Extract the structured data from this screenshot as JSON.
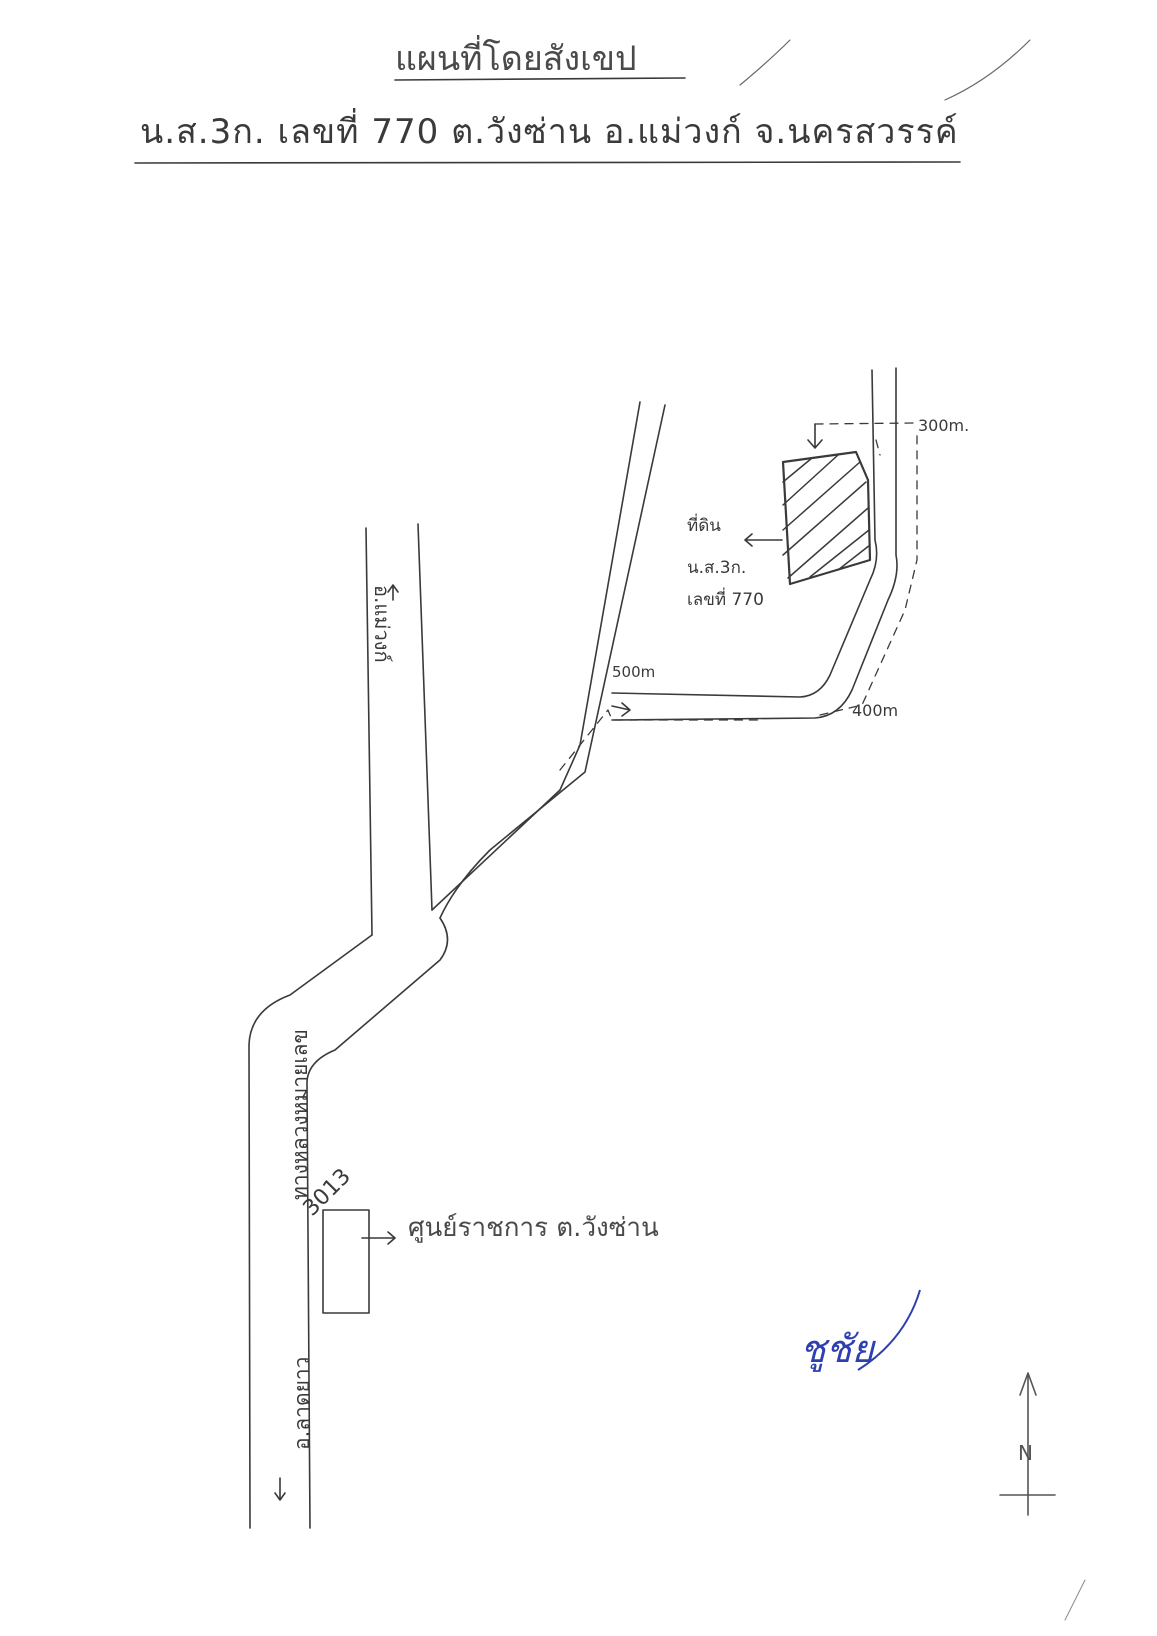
{
  "title": {
    "main": "แผนที่โดยสังเขป",
    "sub": "น.ส.3ก. เลขที่ 770 ต.วังซ่าน อ.แม่วงก์ จ.นครสวรรค์"
  },
  "map": {
    "distances": {
      "upper": "300m.",
      "middle": "500m",
      "lower": "400m"
    },
    "parcel_label": {
      "line1": "ที่ดิน",
      "line2": "น.ส.3ก.",
      "line3": "เลขที่ 770"
    },
    "road_labels": {
      "north_road": "อ.แม่วงก์",
      "highway_name": "ทางหลวงหมายเลข",
      "highway_number": "3013",
      "south_road": "อ.ลาดยาว"
    },
    "landmark": "ศูนย์ราชการ ต.วังซ่าน",
    "north_indicator": "N"
  },
  "signature_text": "ชูชัย",
  "colors": {
    "pencil": "#3a3a3a",
    "signature_ink": "#2e3fb0",
    "paper": "#ffffff"
  }
}
